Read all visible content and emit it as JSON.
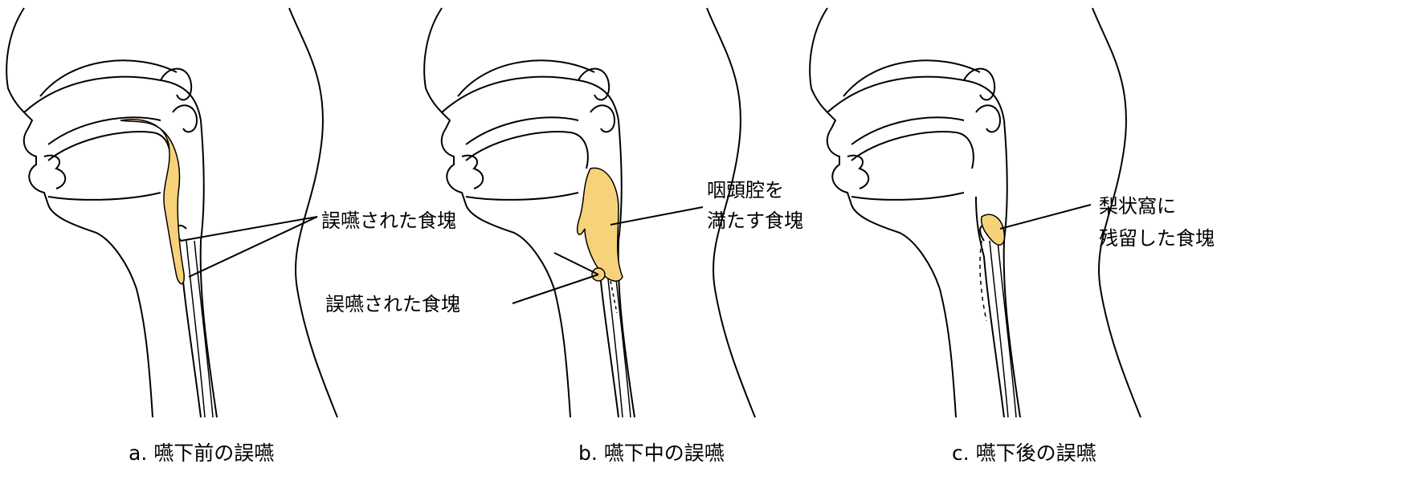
{
  "panels": [
    {
      "caption": "a. 嚥下前の誤嚥",
      "labels": [
        "誤嚥された食塊"
      ]
    },
    {
      "caption": "b. 嚥下中の誤嚥",
      "labels": [
        "咽頭腔を",
        "満たす食塊",
        "誤嚥された食塊"
      ]
    },
    {
      "caption": "c. 嚥下後の誤嚥",
      "labels": [
        "梨状窩に",
        "残留した食塊"
      ]
    }
  ],
  "colors": {
    "bolus": "#f6d27a",
    "outline": "#000000",
    "background_panel": "#ffffff",
    "frame": "#f4ecc6"
  }
}
